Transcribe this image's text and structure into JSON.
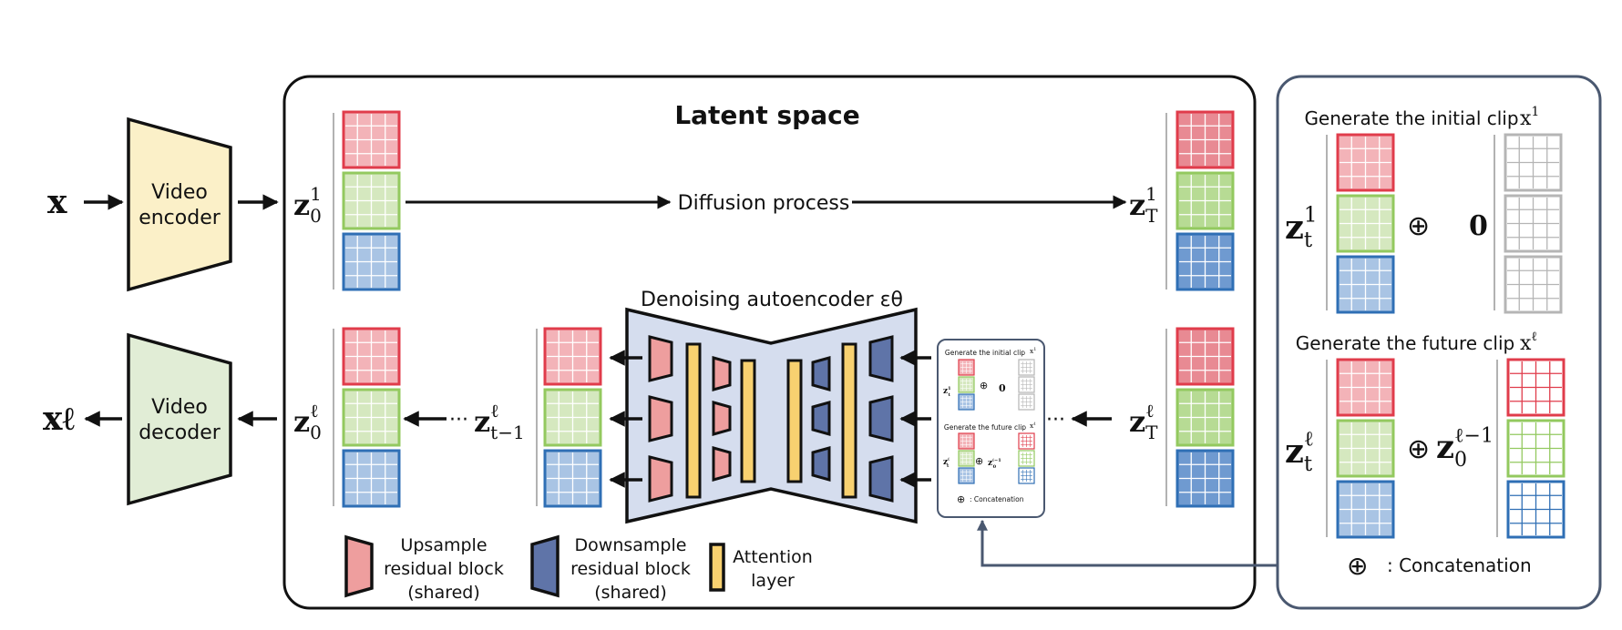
{
  "input_label": "x",
  "output_label": "xℓ",
  "encoder": {
    "line1": "Video",
    "line2": "encoder"
  },
  "decoder": {
    "line1": "Video",
    "line2": "decoder"
  },
  "latent_title": "Latent space",
  "diffusion_label": "Diffusion process",
  "denoiser_label": "Denoising autoencoder εθ",
  "latents": {
    "z0_1": {
      "base": "z",
      "sup": "1",
      "sub": "0"
    },
    "zT_1": {
      "base": "z",
      "sup": "1",
      "sub": "T"
    },
    "z0_l": {
      "base": "z",
      "sup": "ℓ",
      "sub": "0"
    },
    "ztm1_l": {
      "base": "z",
      "sup": "ℓ",
      "sub": "t−1"
    },
    "zT_l": {
      "base": "z",
      "sup": "ℓ",
      "sub": "T"
    },
    "zt_1": {
      "base": "z",
      "sup": "1",
      "sub": "t"
    },
    "zt_l": {
      "base": "z",
      "sup": "ℓ",
      "sub": "t"
    },
    "z0_lm1": {
      "base": "z",
      "sup": "ℓ−1",
      "sub": "0"
    }
  },
  "ellipsis": "···",
  "legend": {
    "upsample": {
      "line1": "Upsample",
      "line2": "residual block",
      "line3": "(shared)"
    },
    "downsample": {
      "line1": "Downsample",
      "line2": "residual block",
      "line3": "(shared)"
    },
    "attention": {
      "line1": "Attention",
      "line2": "layer"
    }
  },
  "panel": {
    "initial_title": "Generate the initial clip",
    "initial_clip": {
      "base": "x",
      "sup": "1"
    },
    "future_title": "Generate the future clip",
    "future_clip": {
      "base": "x",
      "sup": "ℓ"
    },
    "zero": "0",
    "concat_symbol": "⊕",
    "concat_legend": ": Concatenation"
  },
  "mini_panel": {
    "initial_title": "Generate the initial clip",
    "future_title": "Generate the future clip",
    "concat_legend": ": Concatenation"
  },
  "colors": {
    "red": "#e03c4b",
    "red_fill": "#f3b3b8",
    "green": "#93c95f",
    "green_fill": "#d5e8bf",
    "blue": "#2f6fb5",
    "blue_fill": "#a9c4e4",
    "gray": "#b5b5b5",
    "encoder_fill": "#fbf0c8",
    "decoder_fill": "#e1edd6",
    "unet_fill": "#d5ddee",
    "upsample_fill": "#ee9e9e",
    "downsample_fill": "#5f74a8",
    "attention_fill": "#f8d170",
    "panel_border": "#4a5870"
  }
}
